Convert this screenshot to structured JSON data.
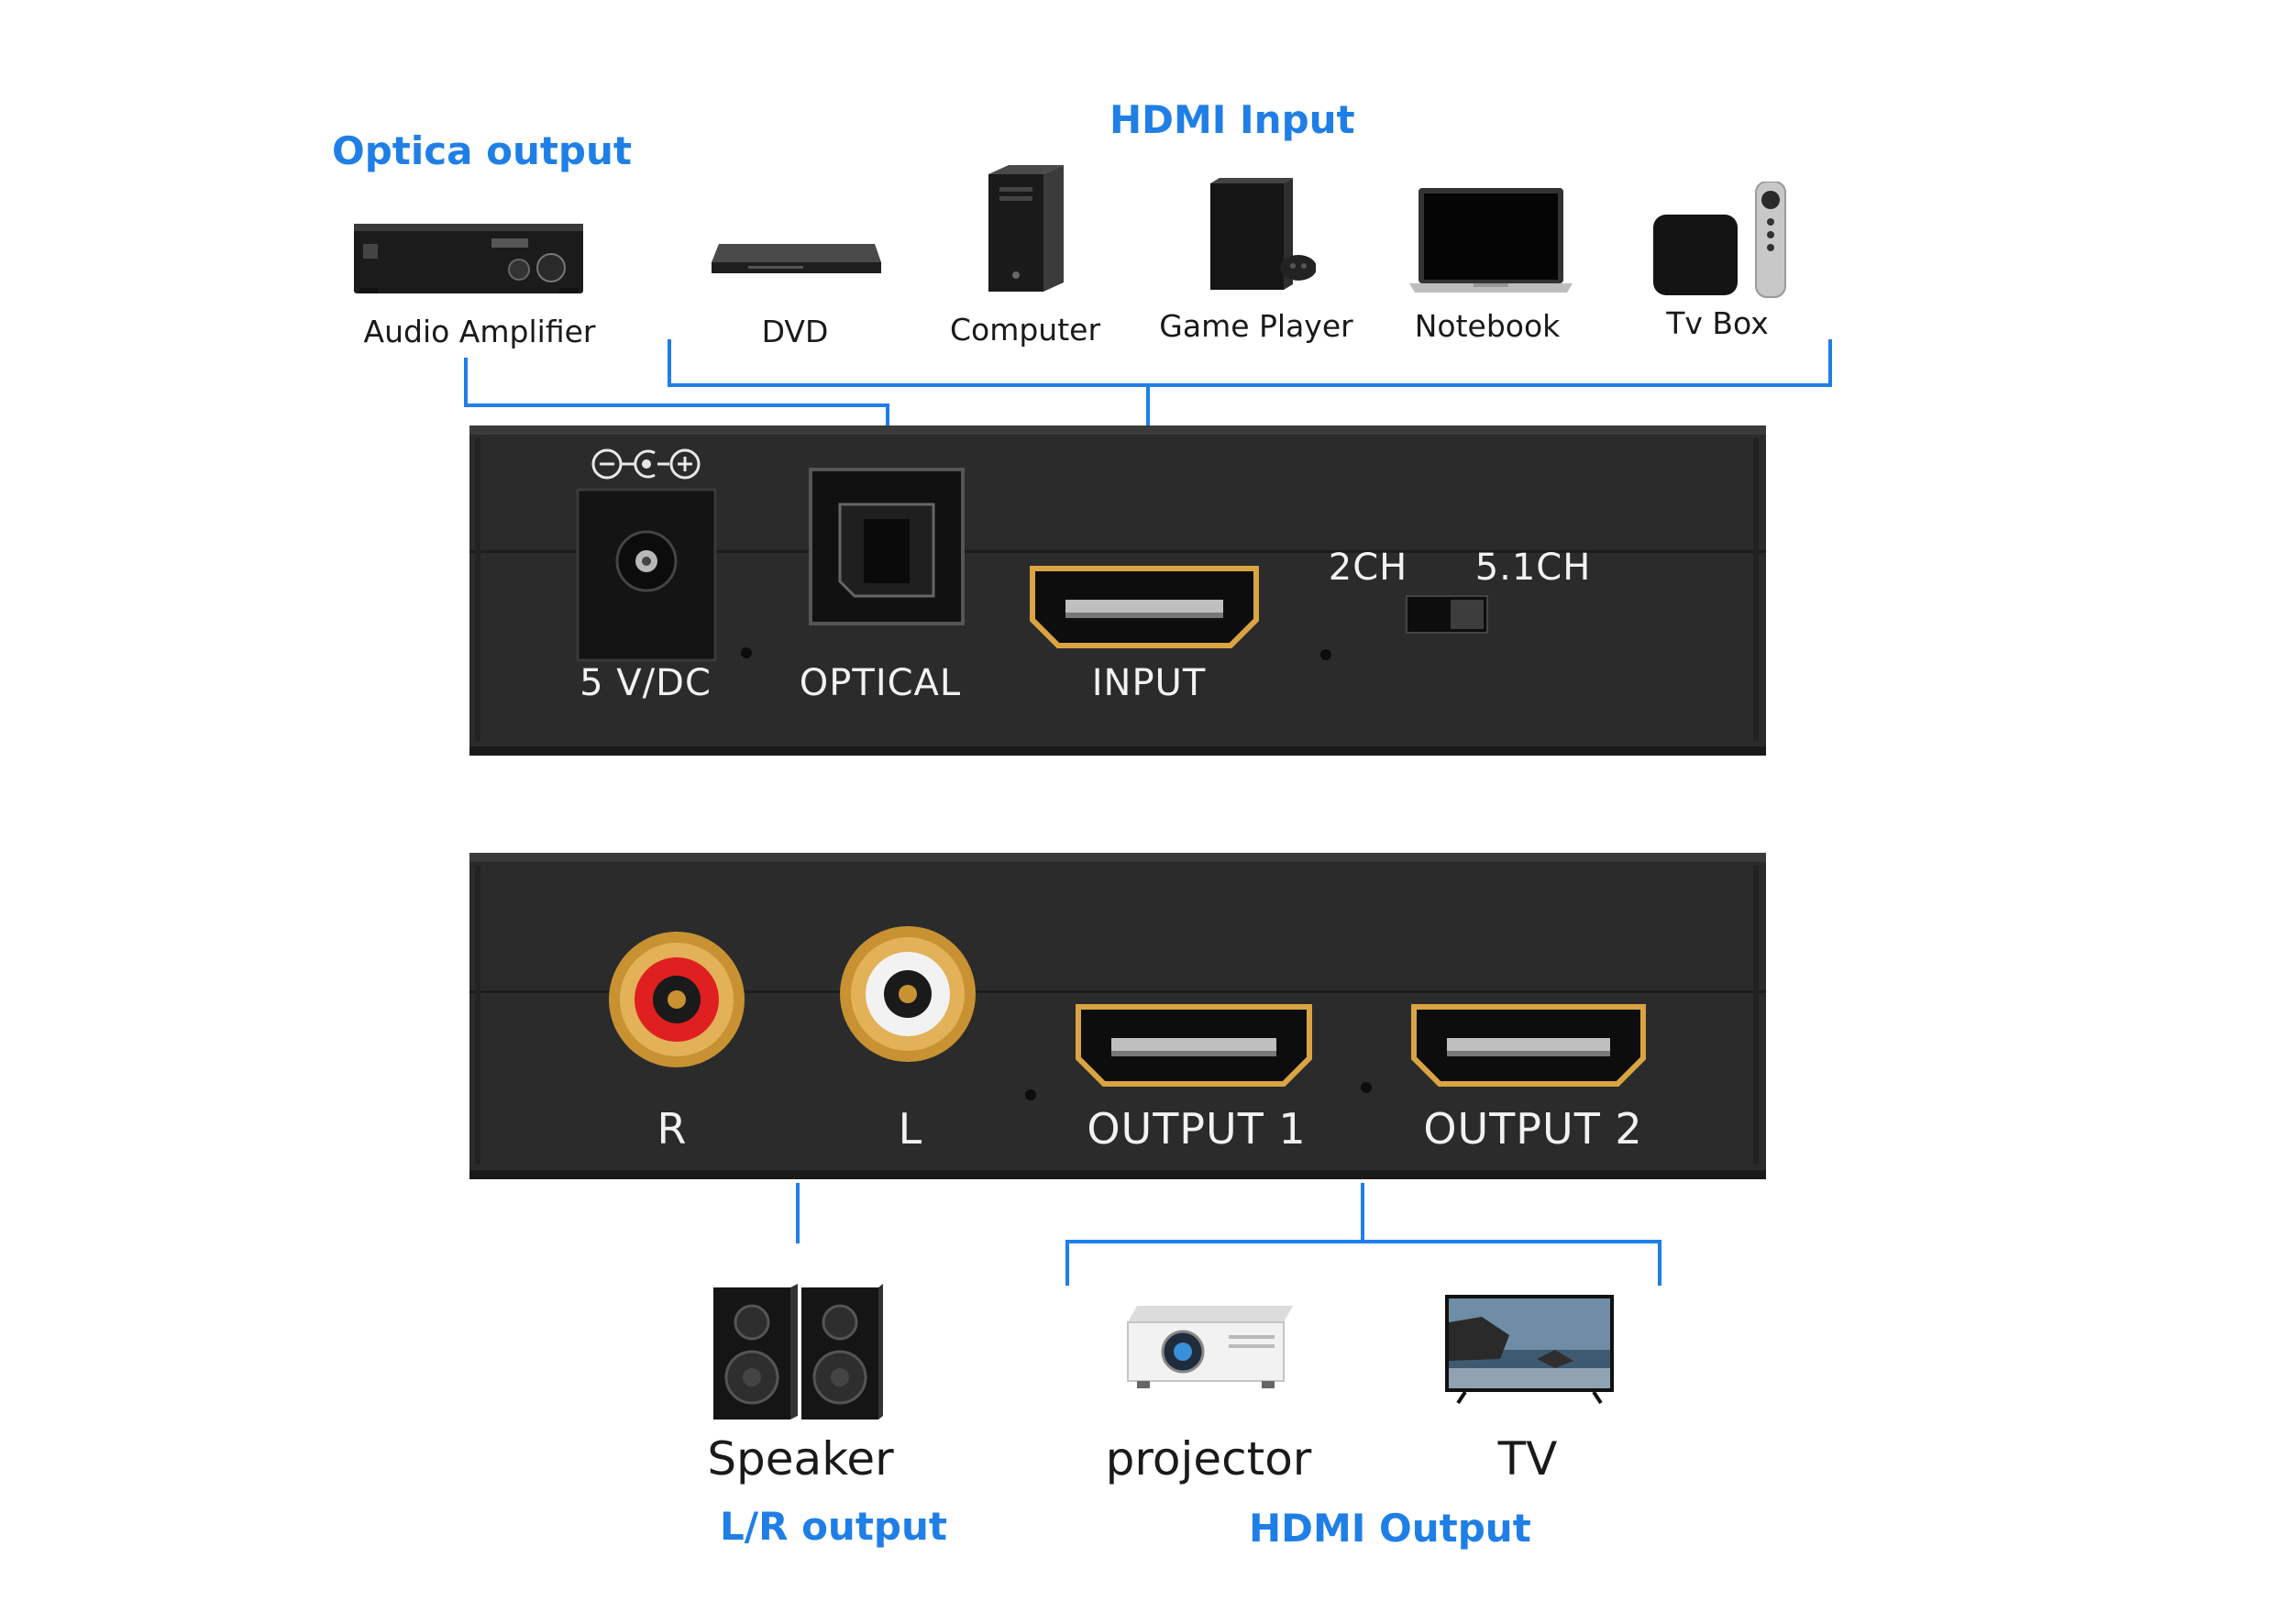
{
  "titles": {
    "optical_output": "Optica output",
    "hdmi_input": "HDMI  Input",
    "lr_output": "L/R output",
    "hdmi_output": "HDMI  Output"
  },
  "input_devices": [
    {
      "label": "Audio Amplifier",
      "icon": "amplifier-icon"
    },
    {
      "label": "DVD",
      "icon": "dvd-player-icon"
    },
    {
      "label": "Computer",
      "icon": "computer-tower-icon"
    },
    {
      "label": "Game Player",
      "icon": "game-console-icon"
    },
    {
      "label": "Notebook",
      "icon": "laptop-icon"
    },
    {
      "label": "Tv Box",
      "icon": "tv-box-icon"
    }
  ],
  "output_devices": [
    {
      "label": "Speaker",
      "icon": "speaker-icon"
    },
    {
      "label": "projector",
      "icon": "projector-icon"
    },
    {
      "label": "TV",
      "icon": "tv-icon"
    }
  ],
  "rear_panel": {
    "power_label": "5 V/DC",
    "optical_label": "OPTICAL",
    "input_label": "INPUT",
    "switch_left": "2CH",
    "switch_right": "5.1CH"
  },
  "front_panel": {
    "right_label": "R",
    "left_label": "L",
    "output1_label": "OUTPUT 1",
    "output2_label": "OUTPUT 2"
  },
  "colors": {
    "accent": "#1f7fe6",
    "panel": "#2b2b2b",
    "rca_red": "#e02020",
    "gold": "#d9a441"
  }
}
